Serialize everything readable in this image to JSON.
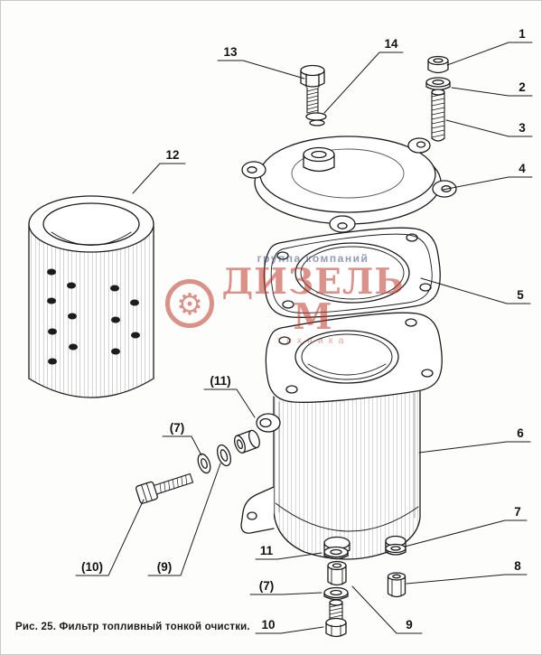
{
  "figure": {
    "caption": "Рис. 25. Фильтр топливный тонкой очистки."
  },
  "watermark": {
    "top_text": "группа компаний",
    "main_text": "ДИЗЕЛЬ М",
    "sub_text": "техника",
    "logo_glyph": "⚙",
    "accent_color": "#bf3a2b",
    "secondary_color": "#3a4a7a"
  },
  "callouts": [
    {
      "label": "1"
    },
    {
      "label": "2"
    },
    {
      "label": "3"
    },
    {
      "label": "4"
    },
    {
      "label": "5"
    },
    {
      "label": "6"
    },
    {
      "label": "7"
    },
    {
      "label": "8"
    },
    {
      "label": "13"
    },
    {
      "label": "14"
    },
    {
      "label": "12"
    },
    {
      "label": "(11)"
    },
    {
      "label": "(7)"
    },
    {
      "label": "(10)"
    },
    {
      "label": "(9)"
    },
    {
      "label": "11"
    },
    {
      "label": "(7)"
    },
    {
      "label": "10"
    },
    {
      "label": "9"
    }
  ]
}
